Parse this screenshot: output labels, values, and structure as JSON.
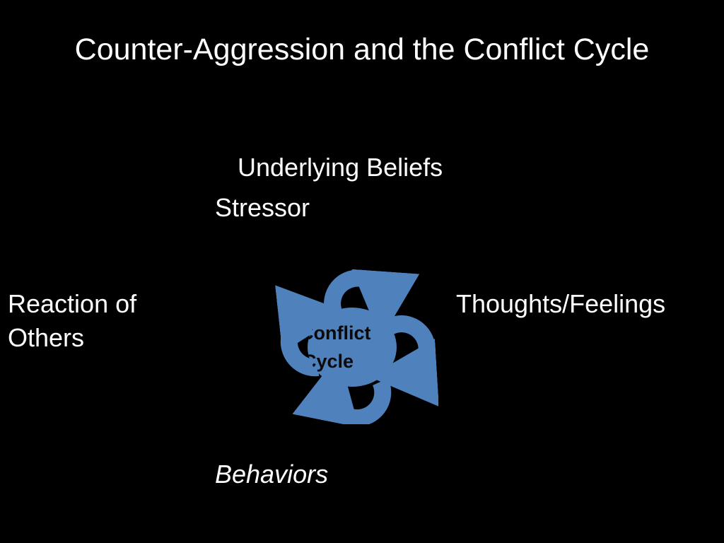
{
  "slide": {
    "title": "Counter-Aggression and the Conflict Cycle",
    "labels": {
      "underlying_beliefs": "Underlying Beliefs",
      "stressor": "Stressor",
      "reaction_line1": "Reaction of",
      "reaction_line2": "Others",
      "thoughts_feelings": "Thoughts/Feelings",
      "behaviors": "Behaviors"
    },
    "cycle": {
      "line1": "Conflict",
      "line2": "Cycle",
      "color": "#4f81bd"
    }
  }
}
